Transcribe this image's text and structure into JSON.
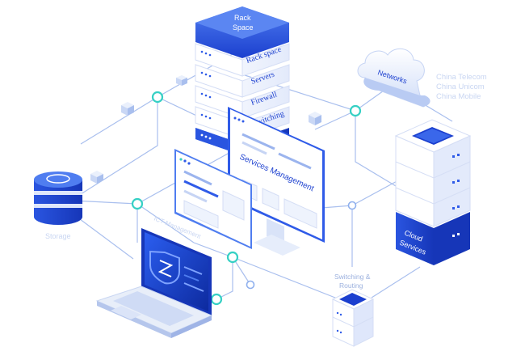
{
  "rack": {
    "title_line1": "Rack",
    "title_line2": "Space",
    "shelves": [
      "Rack space",
      "Servers",
      "Firewall",
      "Switching"
    ]
  },
  "networks": {
    "label": "Networks",
    "carriers": [
      "China Telecom",
      "China Unicom",
      "China Mobile"
    ]
  },
  "cloud": {
    "line1": "Cloud",
    "line2": "Services"
  },
  "storage": {
    "label": "Storage"
  },
  "services": {
    "label": "Services Management"
  },
  "laptop": {
    "label": "ICT Management"
  },
  "switch": {
    "line1": "Switching &",
    "line2": "Routing"
  },
  "colors": {
    "primary": "#2f5be8",
    "deep": "#1b3fcf",
    "node": "#35d0c4",
    "line": "#9db6ea",
    "carrier_text": "#c9d6f2"
  }
}
